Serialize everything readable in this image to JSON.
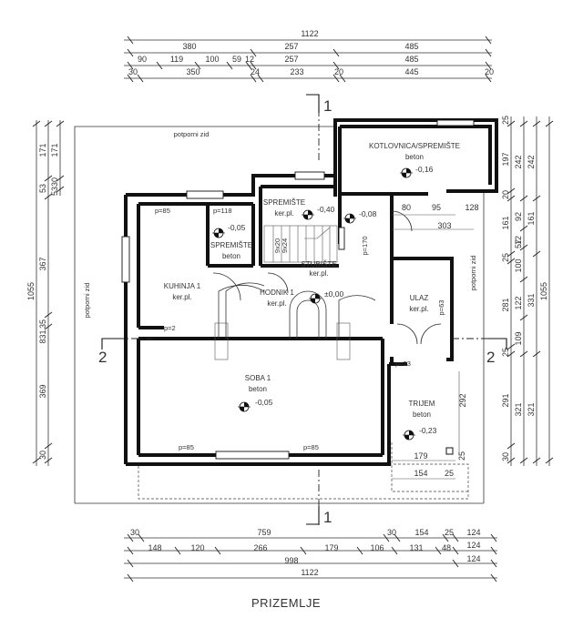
{
  "caption": "PRIZEMLJE",
  "section_marks": {
    "top": "1",
    "bottom": "1",
    "left": "2",
    "right": "2"
  },
  "notes": {
    "retaining_wall_top": "potporni zid",
    "retaining_wall_left": "potporni zid",
    "retaining_wall_right": "potporni zid"
  },
  "rooms": [
    {
      "id": "kotlovnica",
      "name": "KOTLOVNICA/SPREMIŠTE",
      "floor": "beton",
      "level": "-0,16"
    },
    {
      "id": "spremiste-upper",
      "name": "SPREMIŠTE",
      "floor": "ker.pl.",
      "level": "-0,40"
    },
    {
      "id": "spremiste-beton",
      "name": "SPREMIŠTE",
      "floor": "beton",
      "level": "-0,05"
    },
    {
      "id": "kuhinja",
      "name": "KUHINJA 1",
      "floor": "ker.pl.",
      "level": ""
    },
    {
      "id": "stubiste",
      "name": "STUBIŠTE",
      "floor": "ker.pl.",
      "level": ""
    },
    {
      "id": "hodnik",
      "name": "HODNIK 1",
      "floor": "ker.pl.",
      "level": "±0,00"
    },
    {
      "id": "ulaz",
      "name": "ULAZ",
      "floor": "ker.pl.",
      "level": ""
    },
    {
      "id": "soba",
      "name": "SOBA 1",
      "floor": "beton",
      "level": "-0,05"
    },
    {
      "id": "trijem",
      "name": "TRIJEM",
      "floor": "beton",
      "level": "-0,23"
    }
  ],
  "extra_levels": {
    "passage": "-0,08"
  },
  "parapets": [
    "p=85",
    "p=118",
    "p=2",
    "p=170",
    "p=63",
    "p=23",
    "p=85",
    "p=85"
  ],
  "stair_marks": [
    "9x20",
    "9x24"
  ],
  "dims_top": {
    "row1": [
      "1122"
    ],
    "row2": [
      "380",
      "257",
      "485"
    ],
    "row3": [
      "90",
      "119",
      "100",
      "59",
      "12",
      "257",
      "485"
    ],
    "row4": [
      "30",
      "350",
      "24",
      "233",
      "20",
      "445",
      "20"
    ]
  },
  "dims_bottom": {
    "row1": [
      "30",
      "759",
      "30",
      "154",
      "25",
      "124"
    ],
    "row2": [
      "148",
      "120",
      "266",
      "179",
      "106",
      "131",
      "48",
      "124"
    ],
    "row3": [
      "998",
      "124"
    ],
    "row4": [
      "1122"
    ]
  },
  "dims_left": {
    "col1": [
      "1055"
    ],
    "col2": [
      "171",
      "53",
      "367",
      "831",
      "35",
      "369",
      "30"
    ],
    "col3": [
      "171",
      "30",
      "53"
    ]
  },
  "dims_right": {
    "col1": [
      "25",
      "197",
      "20",
      "161",
      "25",
      "281",
      "25",
      "291",
      "30"
    ],
    "col2": [
      "242",
      "92",
      "12",
      "57",
      "100",
      "122",
      "109",
      "321"
    ],
    "col3": [
      "242",
      "161",
      "331",
      "321",
      "1055"
    ]
  },
  "dims_inner": [
    "80",
    "95",
    "128",
    "303",
    "179",
    "154",
    "25",
    "25",
    "292"
  ]
}
